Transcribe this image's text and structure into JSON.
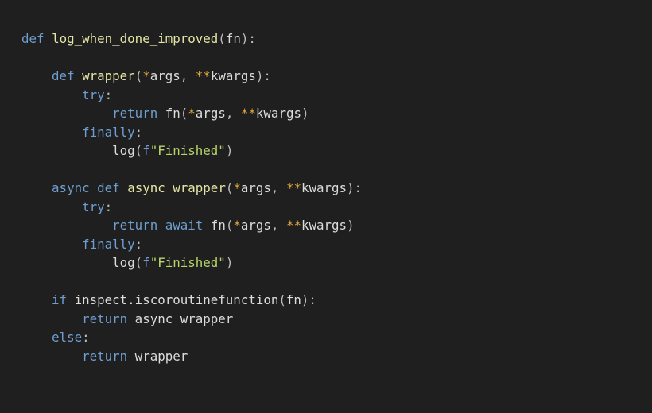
{
  "code_lines": [
    [
      [
        "kw",
        "def"
      ],
      [
        "tx",
        " "
      ],
      [
        "fn",
        "log_when_done_improved"
      ],
      [
        "pn",
        "("
      ],
      [
        "tx",
        "fn"
      ],
      [
        "pn",
        "):"
      ]
    ],
    [],
    [
      [
        "tx",
        "    "
      ],
      [
        "kw",
        "def"
      ],
      [
        "tx",
        " "
      ],
      [
        "fn",
        "wrapper"
      ],
      [
        "pn",
        "("
      ],
      [
        "op",
        "*"
      ],
      [
        "tx",
        "args"
      ],
      [
        "pn",
        ", "
      ],
      [
        "op",
        "**"
      ],
      [
        "tx",
        "kwargs"
      ],
      [
        "pn",
        "):"
      ]
    ],
    [
      [
        "tx",
        "        "
      ],
      [
        "kw",
        "try"
      ],
      [
        "pn",
        ":"
      ]
    ],
    [
      [
        "tx",
        "            "
      ],
      [
        "kw",
        "return"
      ],
      [
        "tx",
        " fn"
      ],
      [
        "pn",
        "("
      ],
      [
        "op",
        "*"
      ],
      [
        "tx",
        "args"
      ],
      [
        "pn",
        ", "
      ],
      [
        "op",
        "**"
      ],
      [
        "tx",
        "kwargs"
      ],
      [
        "pn",
        ")"
      ]
    ],
    [
      [
        "tx",
        "        "
      ],
      [
        "kw",
        "finally"
      ],
      [
        "pn",
        ":"
      ]
    ],
    [
      [
        "tx",
        "            log"
      ],
      [
        "pn",
        "("
      ],
      [
        "kw",
        "f"
      ],
      [
        "str",
        "\"Finished\""
      ],
      [
        "pn",
        ")"
      ]
    ],
    [],
    [
      [
        "tx",
        "    "
      ],
      [
        "kw",
        "async"
      ],
      [
        "tx",
        " "
      ],
      [
        "kw",
        "def"
      ],
      [
        "tx",
        " "
      ],
      [
        "fn",
        "async_wrapper"
      ],
      [
        "pn",
        "("
      ],
      [
        "op",
        "*"
      ],
      [
        "tx",
        "args"
      ],
      [
        "pn",
        ", "
      ],
      [
        "op",
        "**"
      ],
      [
        "tx",
        "kwargs"
      ],
      [
        "pn",
        "):"
      ]
    ],
    [
      [
        "tx",
        "        "
      ],
      [
        "kw",
        "try"
      ],
      [
        "pn",
        ":"
      ]
    ],
    [
      [
        "tx",
        "            "
      ],
      [
        "kw",
        "return"
      ],
      [
        "tx",
        " "
      ],
      [
        "kw",
        "await"
      ],
      [
        "tx",
        " fn"
      ],
      [
        "pn",
        "("
      ],
      [
        "op",
        "*"
      ],
      [
        "tx",
        "args"
      ],
      [
        "pn",
        ", "
      ],
      [
        "op",
        "**"
      ],
      [
        "tx",
        "kwargs"
      ],
      [
        "pn",
        ")"
      ]
    ],
    [
      [
        "tx",
        "        "
      ],
      [
        "kw",
        "finally"
      ],
      [
        "pn",
        ":"
      ]
    ],
    [
      [
        "tx",
        "            log"
      ],
      [
        "pn",
        "("
      ],
      [
        "kw",
        "f"
      ],
      [
        "str",
        "\"Finished\""
      ],
      [
        "pn",
        ")"
      ]
    ],
    [],
    [
      [
        "tx",
        "    "
      ],
      [
        "kw",
        "if"
      ],
      [
        "tx",
        " inspect.iscoroutinefunction"
      ],
      [
        "pn",
        "("
      ],
      [
        "tx",
        "fn"
      ],
      [
        "pn",
        "):"
      ]
    ],
    [
      [
        "tx",
        "        "
      ],
      [
        "kw",
        "return"
      ],
      [
        "tx",
        " async_wrapper"
      ]
    ],
    [
      [
        "tx",
        "    "
      ],
      [
        "kw",
        "else"
      ],
      [
        "pn",
        ":"
      ]
    ],
    [
      [
        "tx",
        "        "
      ],
      [
        "kw",
        "return"
      ],
      [
        "tx",
        " wrapper"
      ]
    ]
  ]
}
